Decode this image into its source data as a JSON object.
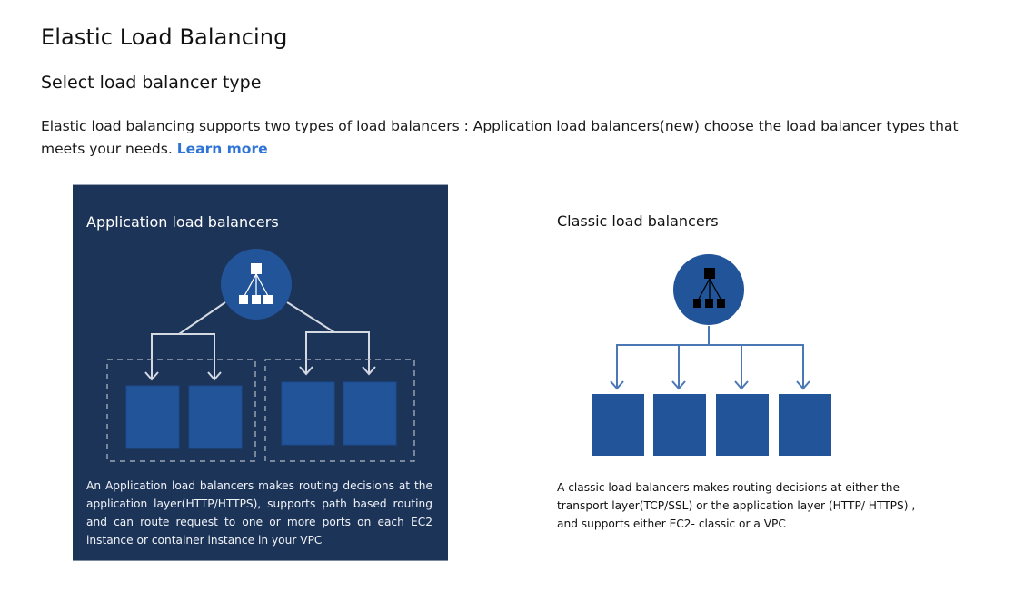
{
  "page": {
    "title": "Elastic Load Balancing",
    "subtitle": "Select load balancer type",
    "intro_text": "Elastic load balancing supports two types of load balancers : Application load balancers(new) choose the load balancer types that meets your needs.",
    "learn_more_label": "Learn more"
  },
  "application_lb": {
    "title": "Application load balancers",
    "description": "An Application load balancers makes routing decisions at the application layer(HTTP/HTTPS), supports path based routing and can route request to one or more ports on each EC2 instance or container instance in  your VPC",
    "icon": "network-hierarchy-icon",
    "target_groups": 2,
    "targets_per_group": 2
  },
  "classic_lb": {
    "title": "Classic load balancers",
    "description": "A classic load balancers makes routing decisions at either the transport layer(TCP/SSL) or the application layer (HTTP/ HTTPS) , and supports either EC2- classic or a VPC",
    "icon": "network-hierarchy-icon",
    "targets": 4
  },
  "colors": {
    "dark_card": "#1d3459",
    "node_blue": "#22549a",
    "link_blue": "#2d74d6",
    "connector_light": "#d4d9e2",
    "connector_blue": "#4a78b5"
  }
}
